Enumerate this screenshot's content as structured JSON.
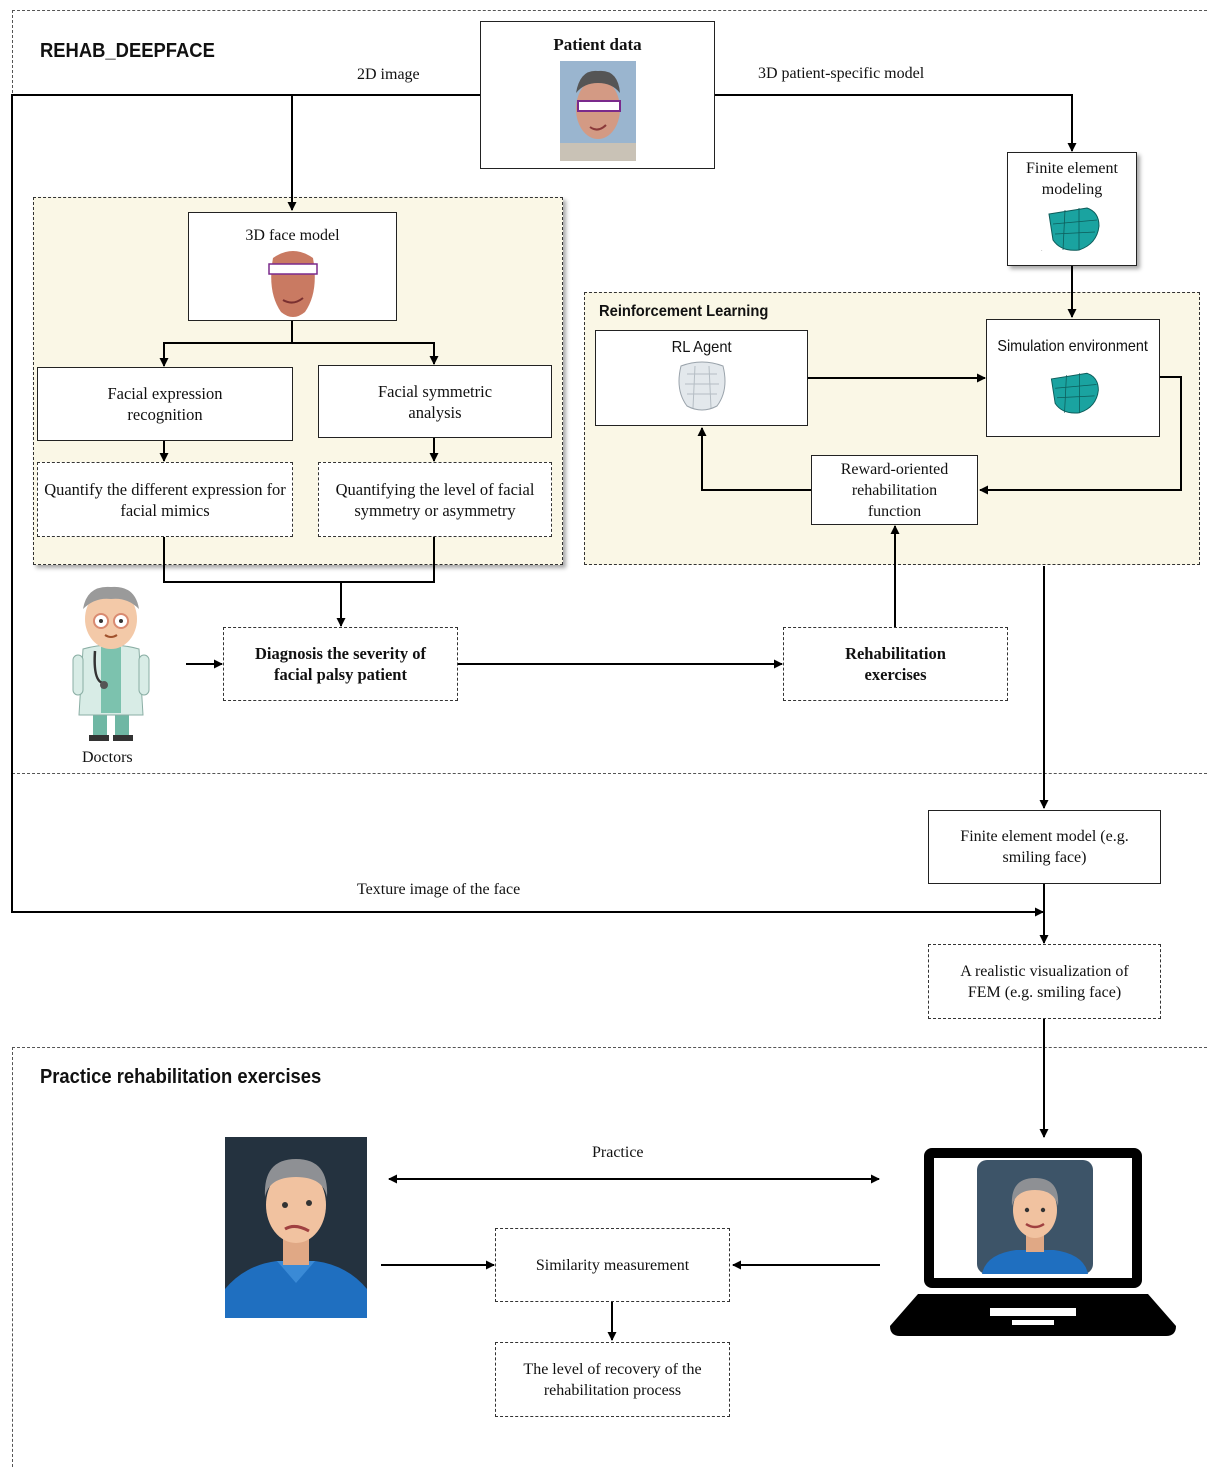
{
  "title": "REHAB_DEEPFACE",
  "patient_data": {
    "title": "Patient data"
  },
  "edges": {
    "image_2d": "2D image",
    "patient_model": "3D patient-specific  model",
    "texture": "Texture image of the face",
    "practice": "Practice"
  },
  "face_model": {
    "title": "3D face model"
  },
  "expression": {
    "title": "Facial expression recognition",
    "quantify": "Quantify the different expression for facial mimics"
  },
  "symmetric": {
    "title": "Facial symmetric analysis",
    "quantify": "Quantifying  the level of facial symmetry  or asymmetry"
  },
  "fe_modeling": {
    "title": "Finite element modeling"
  },
  "rl": {
    "title": "Reinforcement Learning",
    "agent": "RL Agent",
    "environment": "Simulation environment",
    "reward": "Reward-oriented rehabilitation function"
  },
  "doctors": {
    "label": "Doctors"
  },
  "diagnosis": "Diagnosis the severity of facial palsy patient",
  "exercises": "Rehabilitation exercises",
  "fe_model": "Finite element model (e.g. smiling face)",
  "visualization": "A realistic visualization of FEM (e.g. smiling face)",
  "practice_section": {
    "title": "Practice rehabilitation exercises",
    "similarity": "Similarity measurement",
    "recovery": "The level of recovery of the rehabilitation process"
  },
  "colors": {
    "panel_fill": "#faf7e6",
    "mesh": "#1aa3a0",
    "shirt": "#1f6fc0",
    "bg_dark": "#24323f"
  }
}
